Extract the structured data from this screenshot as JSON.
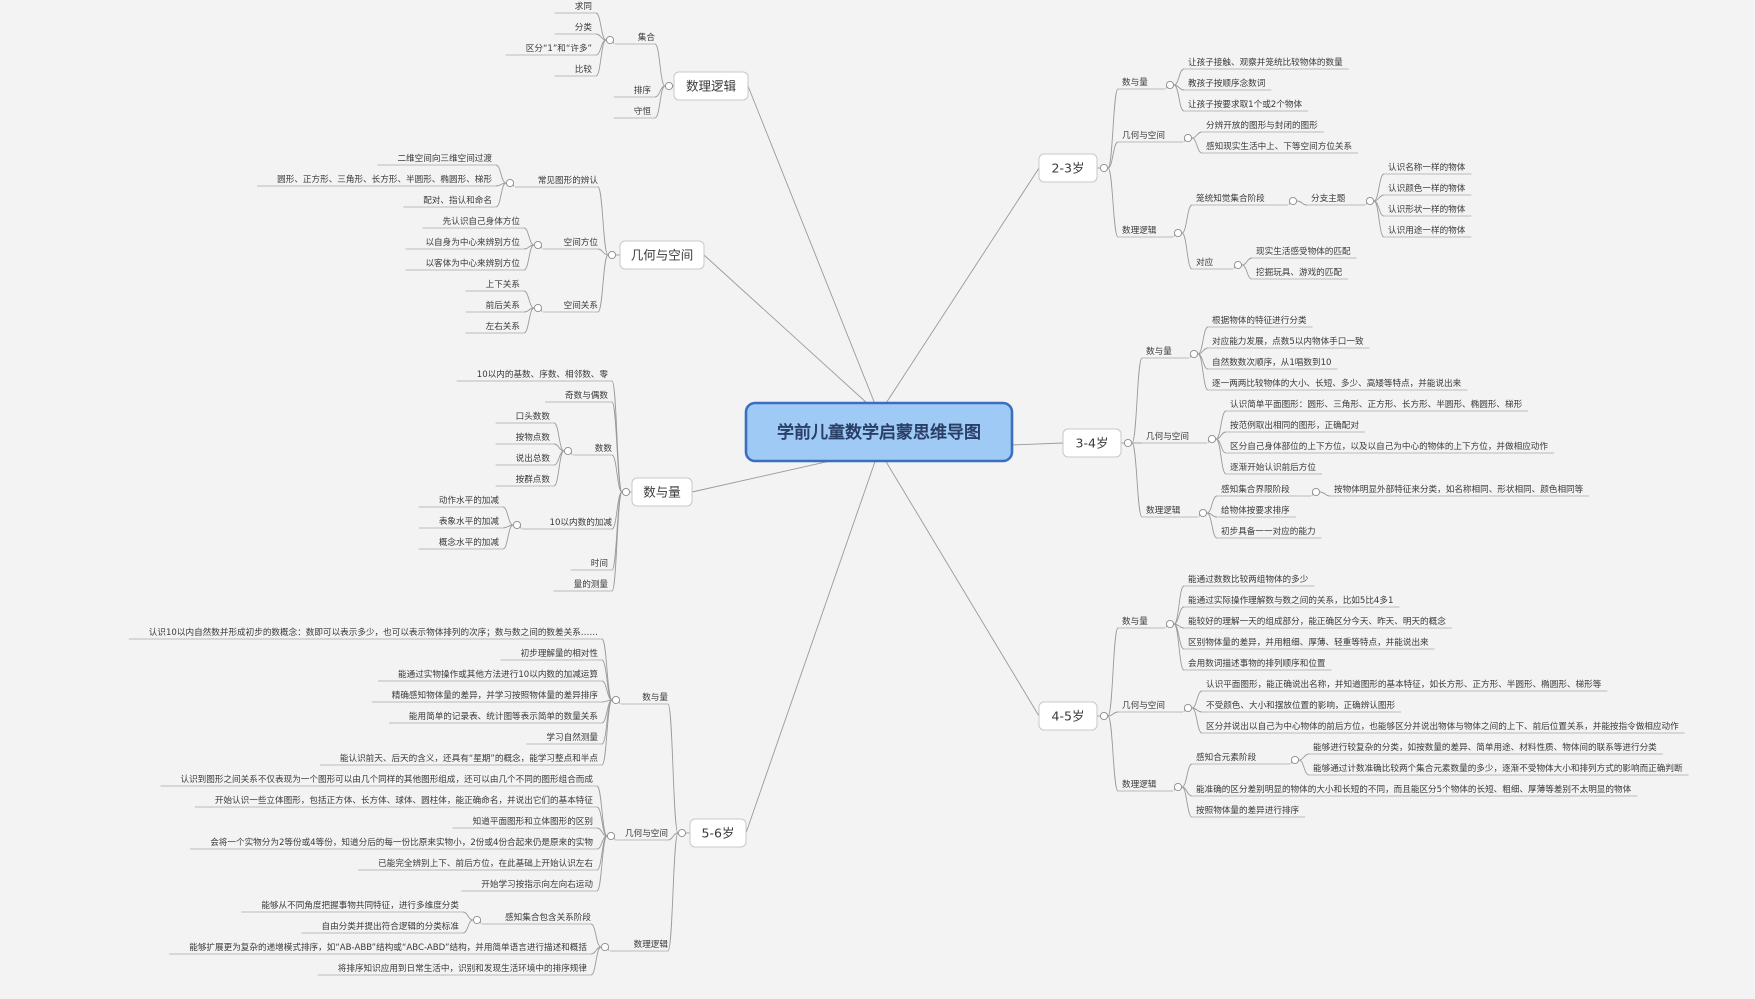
{
  "root": "学前儿童数学启蒙思维导图",
  "branches": [
    {
      "id": "b0",
      "label": "数理逻辑",
      "children": [
        {
          "id": "b0-0",
          "label": "集合",
          "children": [
            {
              "id": "b0-0-0",
              "label": "求同"
            },
            {
              "id": "b0-0-1",
              "label": "分类"
            },
            {
              "id": "b0-0-2",
              "label": "区分“1”和“许多”"
            },
            {
              "id": "b0-0-3",
              "label": "比较"
            }
          ]
        },
        {
          "id": "b0-1",
          "label": "排序"
        },
        {
          "id": "b0-2",
          "label": "守恒"
        }
      ]
    },
    {
      "id": "b1",
      "label": "几何与空间",
      "children": [
        {
          "id": "b1-0",
          "label": "常见图形的辨认",
          "children": [
            {
              "id": "b1-0-0",
              "label": "二维空间向三维空间过渡"
            },
            {
              "id": "b1-0-1",
              "label": "圆形、正方形、三角形、长方形、半圆形、椭圆形、梯形"
            },
            {
              "id": "b1-0-2",
              "label": "配对、指认和命名"
            }
          ]
        },
        {
          "id": "b1-1",
          "label": "空间方位",
          "children": [
            {
              "id": "b1-1-0",
              "label": "先认识自己身体方位"
            },
            {
              "id": "b1-1-1",
              "label": "以自身为中心来辨别方位"
            },
            {
              "id": "b1-1-2",
              "label": "以客体为中心来辨别方位"
            }
          ]
        },
        {
          "id": "b1-2",
          "label": "空间关系",
          "children": [
            {
              "id": "b1-2-0",
              "label": "上下关系"
            },
            {
              "id": "b1-2-1",
              "label": "前后关系"
            },
            {
              "id": "b1-2-2",
              "label": "左右关系"
            }
          ]
        }
      ]
    },
    {
      "id": "b2",
      "label": "数与量",
      "children": [
        {
          "id": "b2-0",
          "label": "10以内的基数、序数、相邻数、零"
        },
        {
          "id": "b2-1",
          "label": "奇数与偶数"
        },
        {
          "id": "b2-2",
          "label": "数数",
          "children": [
            {
              "id": "b2-2-0",
              "label": "口头数数"
            },
            {
              "id": "b2-2-1",
              "label": "按物点数"
            },
            {
              "id": "b2-2-2",
              "label": "说出总数"
            },
            {
              "id": "b2-2-3",
              "label": "按群点数"
            }
          ]
        },
        {
          "id": "b2-3",
          "label": "10以内数的加减",
          "children": [
            {
              "id": "b2-3-0",
              "label": "动作水平的加减"
            },
            {
              "id": "b2-3-1",
              "label": "表象水平的加减"
            },
            {
              "id": "b2-3-2",
              "label": "概念水平的加减"
            }
          ]
        },
        {
          "id": "b2-4",
          "label": "时间"
        },
        {
          "id": "b2-5",
          "label": "量的测量"
        }
      ]
    },
    {
      "id": "b3",
      "label": "5-6岁",
      "children": [
        {
          "id": "b3-0",
          "label": "数与量",
          "children": [
            {
              "id": "b3-0-0",
              "label": "认识10以内自然数并形成初步的数概念：数即可以表示多少，也可以表示物体排列的次序；数与数之间的数差关系……"
            },
            {
              "id": "b3-0-1",
              "label": "初步理解量的相对性"
            },
            {
              "id": "b3-0-2",
              "label": "能通过实物操作或其他方法进行10以内数的加减运算"
            },
            {
              "id": "b3-0-3",
              "label": "精确感知物体量的差异，并学习按照物体量的差异排序"
            },
            {
              "id": "b3-0-4",
              "label": "能用简单的记录表、统计图等表示简单的数量关系"
            },
            {
              "id": "b3-0-5",
              "label": "学习自然测量"
            },
            {
              "id": "b3-0-6",
              "label": "能认识前天、后天的含义，还具有“星期”的概念，能学习整点和半点"
            }
          ]
        },
        {
          "id": "b3-1",
          "label": "几何与空间",
          "children": [
            {
              "id": "b3-1-0",
              "label": "认识到图形之间关系不仅表现为一个图形可以由几个同样的其他图形组成，还可以由几个不同的图形组合而成"
            },
            {
              "id": "b3-1-1",
              "label": "开始认识一些立体图形，包括正方体、长方体、球体、圆柱体，能正确命名，并说出它们的基本特征"
            },
            {
              "id": "b3-1-2",
              "label": "知道平面图形和立体图形的区别"
            },
            {
              "id": "b3-1-3",
              "label": "会将一个实物分为2等份或4等份，知道分后的每一份比原来实物小，2份或4份合起来仍是原来的实物"
            },
            {
              "id": "b3-1-4",
              "label": "已能完全辨别上下、前后方位，在此基础上开始认识左右"
            },
            {
              "id": "b3-1-5",
              "label": "开始学习按指示向左向右运动"
            }
          ]
        },
        {
          "id": "b3-2",
          "label": "数理逻辑",
          "children": [
            {
              "id": "b3-2-0",
              "label": "感知集合包含关系阶段",
              "children": [
                {
                  "id": "b3-2-0-0",
                  "label": "能够从不同角度把握事物共同特征，进行多维度分类"
                },
                {
                  "id": "b3-2-0-1",
                  "label": "自由分类并提出符合逻辑的分类标准"
                }
              ]
            },
            {
              "id": "b3-2-1",
              "label": "能够扩展更为复杂的递增模式排序，如“AB-ABB”结构或“ABC-ABD”结构，并用简单语言进行描述和概括"
            },
            {
              "id": "b3-2-2",
              "label": "将排序知识应用到日常生活中，识别和发现生活环境中的排序规律"
            }
          ]
        }
      ]
    },
    {
      "id": "b4",
      "label": "2-3岁",
      "children": [
        {
          "id": "b4-0",
          "label": "数与量",
          "children": [
            {
              "id": "b4-0-0",
              "label": "让孩子接触、观察并笼统比较物体的数量"
            },
            {
              "id": "b4-0-1",
              "label": "教孩子按顺序念数词"
            },
            {
              "id": "b4-0-2",
              "label": "让孩子按要求取1个或2个物体"
            }
          ]
        },
        {
          "id": "b4-1",
          "label": "几何与空间",
          "children": [
            {
              "id": "b4-1-0",
              "label": "分辨开放的图形与封闭的图形"
            },
            {
              "id": "b4-1-1",
              "label": "感知现实生活中上、下等空间方位关系"
            }
          ]
        },
        {
          "id": "b4-2",
          "label": "数理逻辑",
          "children": [
            {
              "id": "b4-2-0",
              "label": "笼统知觉集合阶段",
              "children": [
                {
                  "id": "b4-2-0-0",
                  "label": "分支主题",
                  "children": [
                    {
                      "id": "b4-2-0-0-0",
                      "label": "认识名称一样的物体"
                    },
                    {
                      "id": "b4-2-0-0-1",
                      "label": "认识颜色一样的物体"
                    },
                    {
                      "id": "b4-2-0-0-2",
                      "label": "认识形状一样的物体"
                    },
                    {
                      "id": "b4-2-0-0-3",
                      "label": "认识用途一样的物体"
                    }
                  ]
                }
              ]
            },
            {
              "id": "b4-2-1",
              "label": "对应",
              "children": [
                {
                  "id": "b4-2-1-0",
                  "label": "现实生活感受物体的匹配"
                },
                {
                  "id": "b4-2-1-1",
                  "label": "挖掘玩具、游戏的匹配"
                }
              ]
            }
          ]
        }
      ]
    },
    {
      "id": "b5",
      "label": "3-4岁",
      "children": [
        {
          "id": "b5-0",
          "label": "数与量",
          "children": [
            {
              "id": "b5-0-0",
              "label": "根据物体的特征进行分类"
            },
            {
              "id": "b5-0-1",
              "label": "对应能力发展，点数5以内物体手口一致"
            },
            {
              "id": "b5-0-2",
              "label": "自然数数次顺序，从1唱数到10"
            },
            {
              "id": "b5-0-3",
              "label": "逐一两两比较物体的大小、长短、多少、高矮等特点，并能说出来"
            }
          ]
        },
        {
          "id": "b5-1",
          "label": "几何与空间",
          "children": [
            {
              "id": "b5-1-0",
              "label": "认识简单平面图形：圆形、三角形、正方形、长方形、半圆形、椭圆形、梯形"
            },
            {
              "id": "b5-1-1",
              "label": "按范例取出相同的图形，正确配对"
            },
            {
              "id": "b5-1-2",
              "label": "区分自己身体部位的上下方位，以及以自己为中心的物体的上下方位，并做相应动作"
            },
            {
              "id": "b5-1-3",
              "label": "逐渐开始认识前后方位"
            }
          ]
        },
        {
          "id": "b5-2",
          "label": "数理逻辑",
          "children": [
            {
              "id": "b5-2-0",
              "label": "感知集合界限阶段",
              "children": [
                {
                  "id": "b5-2-0-0",
                  "label": "按物体明显外部特征来分类，如名称相同、形状相同、颜色相同等"
                }
              ]
            },
            {
              "id": "b5-2-1",
              "label": "给物体按要求排序"
            },
            {
              "id": "b5-2-2",
              "label": "初步具备一一对应的能力"
            }
          ]
        }
      ]
    },
    {
      "id": "b6",
      "label": "4-5岁",
      "children": [
        {
          "id": "b6-0",
          "label": "数与量",
          "children": [
            {
              "id": "b6-0-0",
              "label": "能通过数数比较两组物体的多少"
            },
            {
              "id": "b6-0-1",
              "label": "能通过实际操作理解数与数之间的关系，比如5比4多1"
            },
            {
              "id": "b6-0-2",
              "label": "能较好的理解一天的组成部分，能正确区分今天、昨天、明天的概念"
            },
            {
              "id": "b6-0-3",
              "label": "区别物体量的差异，并用粗细、厚薄、轻重等特点，并能说出来"
            },
            {
              "id": "b6-0-4",
              "label": "会用数词描述事物的排列顺序和位置"
            }
          ]
        },
        {
          "id": "b6-1",
          "label": "几何与空间",
          "children": [
            {
              "id": "b6-1-0",
              "label": "认识平面图形，能正确说出名称，并知道图形的基本特征，如长方形、正方形、半圆形、椭圆形、梯形等"
            },
            {
              "id": "b6-1-1",
              "label": "不受颜色、大小和摆放位置的影响，正确辨认图形"
            },
            {
              "id": "b6-1-2",
              "label": "区分并说出以自己为中心物体的前后方位，也能够区分并说出物体与物体之间的上下、前后位置关系，并能按指令做相应动作"
            }
          ]
        },
        {
          "id": "b6-2",
          "label": "数理逻辑",
          "children": [
            {
              "id": "b6-2-0",
              "label": "感知合元素阶段",
              "children": [
                {
                  "id": "b6-2-0-0",
                  "label": "能够进行较复杂的分类，如按数量的差异、简单用途、材料性质、物体间的联系等进行分类"
                },
                {
                  "id": "b6-2-0-1",
                  "label": "能够通过计数准确比较两个集合元素数量的多少，逐渐不受物体大小和排列方式的影响而正确判断"
                }
              ]
            },
            {
              "id": "b6-2-1",
              "label": "能准确的区分差别明显的物体的大小和长短的不同，而且能区分5个物体的长短、粗细、厚薄等差别不太明显的物体"
            },
            {
              "id": "b6-2-2",
              "label": "按照物体量的差异进行排序"
            }
          ]
        }
      ]
    }
  ],
  "colors": {
    "background": "#f3f3f3",
    "root_fill": "#9fcaf6",
    "root_border": "#3a6fc0",
    "line": "#9a9a9a"
  }
}
